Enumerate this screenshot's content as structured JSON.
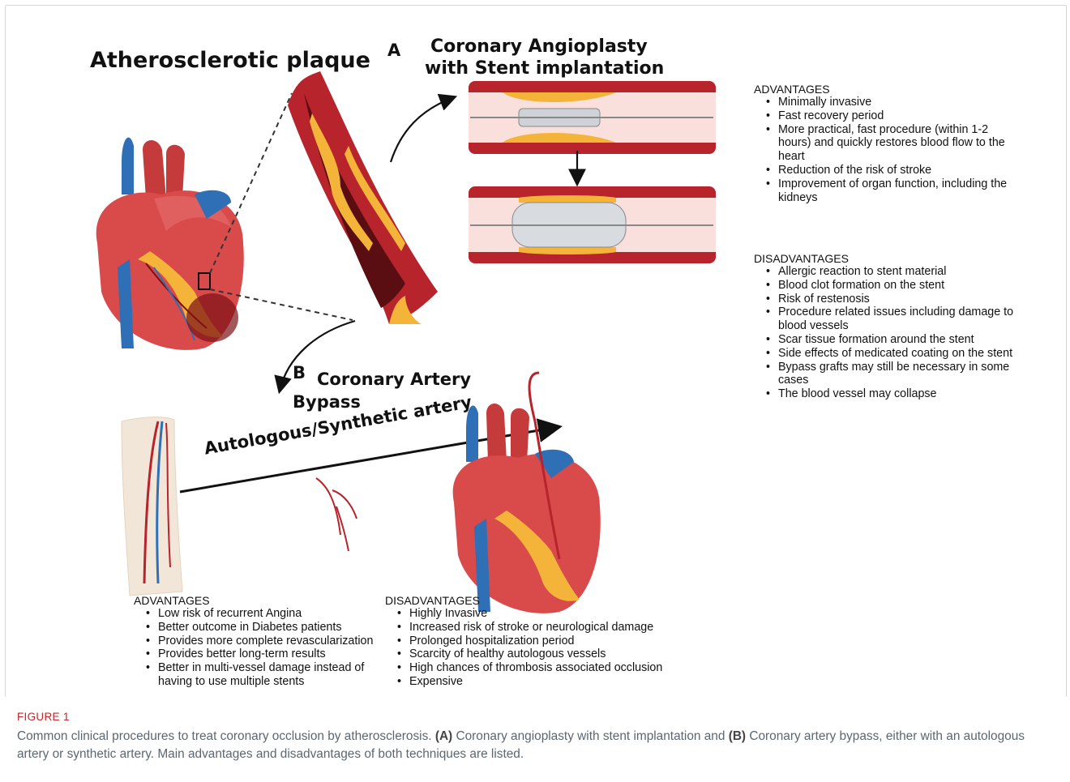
{
  "figure": {
    "title_plaque": "Atherosclerotic plaque",
    "panel_a": {
      "letter": "A",
      "title_line1": "Coronary Angioplasty",
      "title_line2": "with Stent implantation",
      "advantages_title": "ADVANTAGES",
      "advantages": [
        "Minimally invasive",
        "Fast recovery period",
        "More practical, fast procedure (within 1-2 hours) and quickly restores blood flow to the heart",
        "Reduction of the risk of stroke",
        "Improvement of organ function, including the kidneys"
      ],
      "disadvantages_title": "DISADVANTAGES",
      "disadvantages": [
        "Allergic reaction to stent material",
        "Blood clot formation on the stent",
        "Risk of restenosis",
        "Procedure related issues including damage to blood vessels",
        "Scar tissue formation around the stent",
        "Side effects of medicated coating on the stent",
        "Bypass grafts may still be necessary in some cases",
        "The blood vessel may collapse"
      ]
    },
    "panel_b": {
      "letter": "B",
      "title_line1": "Coronary Artery",
      "title_line2": "Bypass",
      "graft_label": "Autologous/Synthetic artery",
      "advantages_title": "ADVANTAGES",
      "advantages": [
        "Low risk of recurrent Angina",
        "Better outcome in Diabetes patients",
        "Provides more complete revascularization",
        "Provides better long-term results",
        "Better in multi-vessel damage instead of having to use multiple stents"
      ],
      "disadvantages_title": "DISADVANTAGES",
      "disadvantages": [
        "Highly Invasive",
        "Increased risk of stroke or neurological damage",
        "Prolonged hospitalization period",
        "Scarcity of healthy autologous vessels",
        "High chances of thrombosis associated occlusion",
        "Expensive"
      ]
    }
  },
  "caption": {
    "label": "FIGURE 1",
    "text_1": "Common clinical procedures to treat coronary occlusion by atherosclerosis. ",
    "ref_a": "(A)",
    "text_2": " Coronary angioplasty with stent implantation and ",
    "ref_b": "(B)",
    "text_3": " Coronary artery bypass, either with an autologous artery or synthetic artery. Main advantages and disadvantages of both techniques are listed."
  },
  "colors": {
    "artery_red": "#b8242b",
    "dark_red": "#7a1016",
    "plaque_yellow": "#f4b43a",
    "vein_blue": "#2f6fb5",
    "heart_red": "#d94a4a",
    "caption_red": "#c0262b",
    "caption_grey": "#5b6770"
  }
}
